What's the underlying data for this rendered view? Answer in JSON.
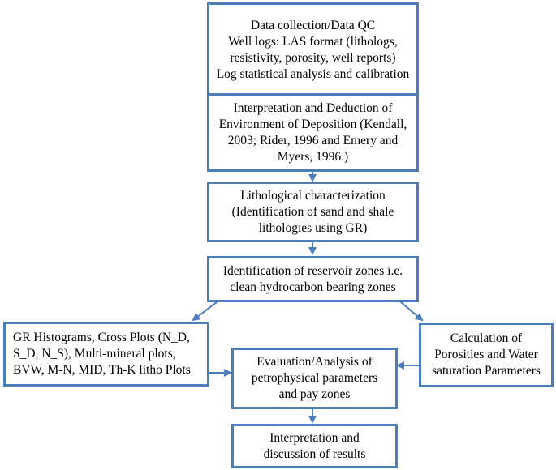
{
  "boxes": {
    "data_collection": {
      "lines": [
        "Data collection/Data QC",
        "Well logs: LAS format (lithologs,",
        "resistivity, porosity, well reports)",
        "Log statistical analysis and calibration"
      ]
    },
    "interpretation": {
      "lines": [
        "Interpretation and Deduction of",
        "Environment of Deposition (Kendall,",
        "2003; Rider, 1996 and Emery and",
        "Myers, 1996.)"
      ]
    },
    "lithological": {
      "lines": [
        "Lithological characterization",
        "(Identification of sand and shale",
        "lithologies using GR)"
      ]
    },
    "reservoir": {
      "lines": [
        "Identification of reservoir zones i.e.",
        "clean hydrocarbon bearing zones"
      ]
    },
    "gr_histograms": {
      "lines": [
        "GR Histograms, Cross Plots (N_D,",
        "S_D, N_S), Multi-mineral plots,",
        "BVW, M-N, MID, Th-K litho Plots"
      ]
    },
    "calculation": {
      "lines": [
        "Calculation of",
        "Porosities and Water",
        "saturation Parameters"
      ]
    },
    "evaluation": {
      "lines": [
        "Evaluation/Analysis of",
        "petrophysical parameters",
        "and pay zones"
      ]
    },
    "results": {
      "lines": [
        "Interpretation and",
        "discussion of results"
      ]
    }
  },
  "colors": {
    "border": "#4a7ebb",
    "arrow": "#4a7ebb"
  }
}
